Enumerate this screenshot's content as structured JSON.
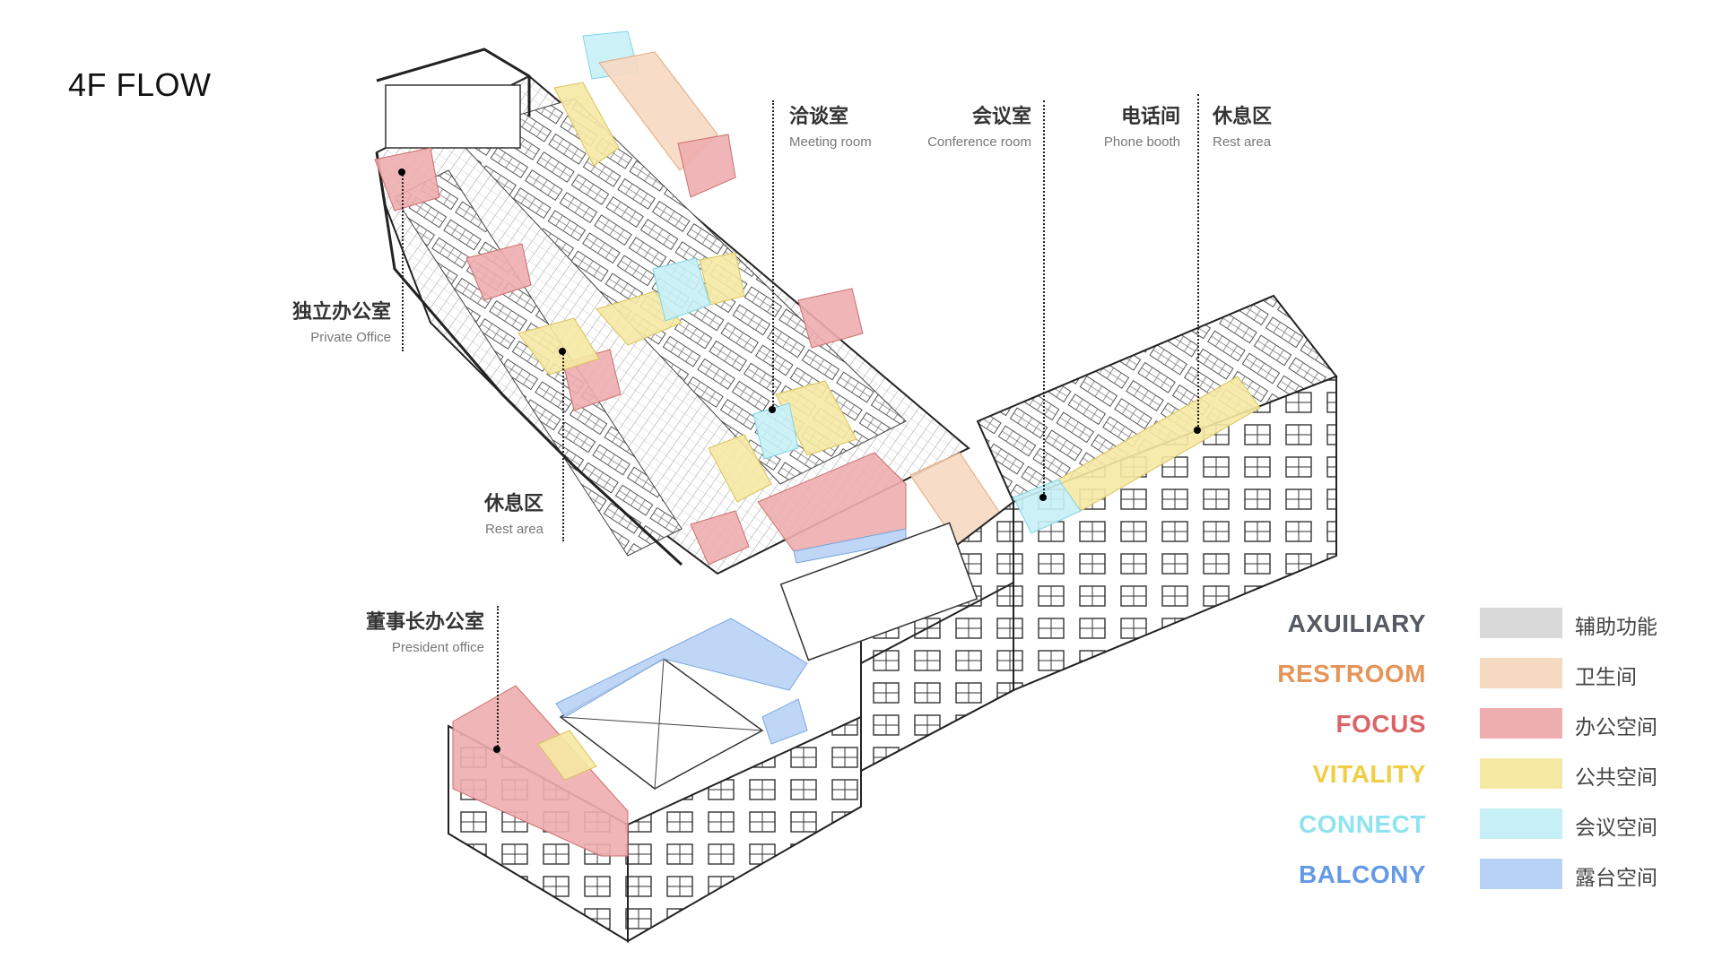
{
  "title": "4F FLOW",
  "annotations": {
    "meeting": {
      "zh": "洽谈室",
      "en": "Meeting room"
    },
    "conference": {
      "zh": "会议室",
      "en": "Conference room"
    },
    "phone": {
      "zh": "电话间",
      "en": "Phone booth"
    },
    "rest_top": {
      "zh": "休息区",
      "en": "Rest area"
    },
    "private": {
      "zh": "独立办公室",
      "en": "Private Office"
    },
    "rest_left": {
      "zh": "休息区",
      "en": "Rest area"
    },
    "president": {
      "zh": "董事长办公室",
      "en": "President office"
    }
  },
  "legend": [
    {
      "name": "AXUILIARY",
      "zh": "辅助功能",
      "text_color": "#555a63",
      "swatch": "#d9d9d9"
    },
    {
      "name": "RESTROOM",
      "zh": "卫生间",
      "text_color": "#e5955a",
      "swatch": "#f6d9c1"
    },
    {
      "name": "FOCUS",
      "zh": "办公空间",
      "text_color": "#dc6466",
      "swatch": "#eeadae"
    },
    {
      "name": "VITALITY",
      "zh": "公共空间",
      "text_color": "#f0cd43",
      "swatch": "#f5e8a3"
    },
    {
      "name": "CONNECT",
      "zh": "会议空间",
      "text_color": "#8fe3ef",
      "swatch": "#c6f0f6"
    },
    {
      "name": "BALCONY",
      "zh": "露台空间",
      "text_color": "#6499e6",
      "swatch": "#b8d2f5"
    }
  ],
  "colors": {
    "restroom": "#f6d9c1",
    "focus": "#eeadae",
    "vitality": "#f5e8a3",
    "connect": "#c6f0f6",
    "balcony": "#b8d2f5",
    "line": "#222222"
  }
}
